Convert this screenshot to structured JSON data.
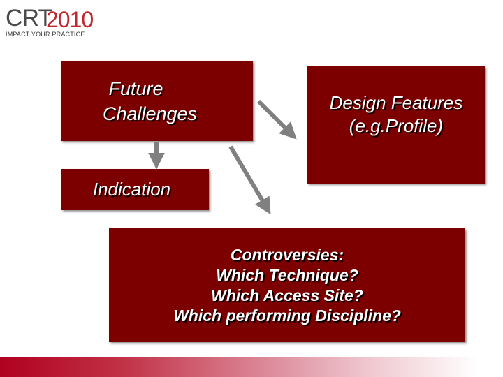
{
  "logo": {
    "crt": "CRT",
    "year": "2010",
    "tagline": "IMPACT YOUR PRACTICE"
  },
  "boxes": {
    "future": {
      "line1": "Future",
      "line2": "Challenges"
    },
    "design": {
      "line1": "Design Features",
      "line2": "(e.g.Profile)"
    },
    "indication": {
      "label": "Indication"
    },
    "controversies": {
      "line1": "Controversies:",
      "line2": "Which Technique?",
      "line3": "Which Access Site?",
      "line4": "Which performing Discipline?"
    }
  },
  "colors": {
    "box_fill": "#7d0000",
    "arrow": "#808080",
    "logo_red": "#c0272d",
    "footer_gradient_start": "#b00020"
  }
}
